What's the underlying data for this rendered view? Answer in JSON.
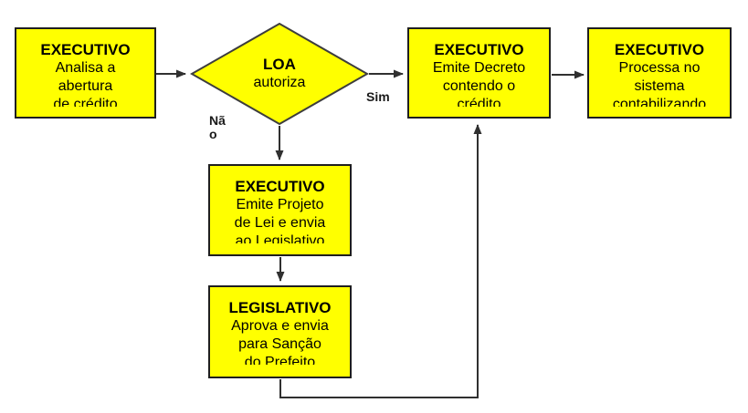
{
  "diagram": {
    "description": "Flowchart of supplementary credit authorization process",
    "colors": {
      "node_fill": "#ffff00",
      "node_border": "#1f1f1f",
      "connector": "#303030",
      "background": "#ffffff",
      "text": "#000000"
    },
    "nodes": {
      "analisa": {
        "shape": "process",
        "title": "EXECUTIVO",
        "lines": [
          "Analisa a",
          "abertura",
          "de crédito"
        ]
      },
      "loa": {
        "shape": "decision",
        "title": "LOA",
        "lines": [
          "autoriza"
        ]
      },
      "decreto": {
        "shape": "process",
        "title": "EXECUTIVO",
        "lines": [
          "Emite Decreto",
          "contendo o",
          "crédito"
        ]
      },
      "processa": {
        "shape": "process",
        "title": "EXECUTIVO",
        "lines": [
          "Processa no",
          "sistema",
          "contabilizando"
        ]
      },
      "projeto": {
        "shape": "process",
        "title": "EXECUTIVO",
        "lines": [
          "Emite Projeto",
          "de Lei e envia",
          "ao Legislativo"
        ]
      },
      "legislativo": {
        "shape": "process",
        "title": "LEGISLATIVO",
        "lines": [
          "Aprova e envia",
          "para Sanção",
          "do Prefeito"
        ]
      }
    },
    "edge_labels": {
      "yes": "Sim",
      "no": "Não"
    }
  }
}
